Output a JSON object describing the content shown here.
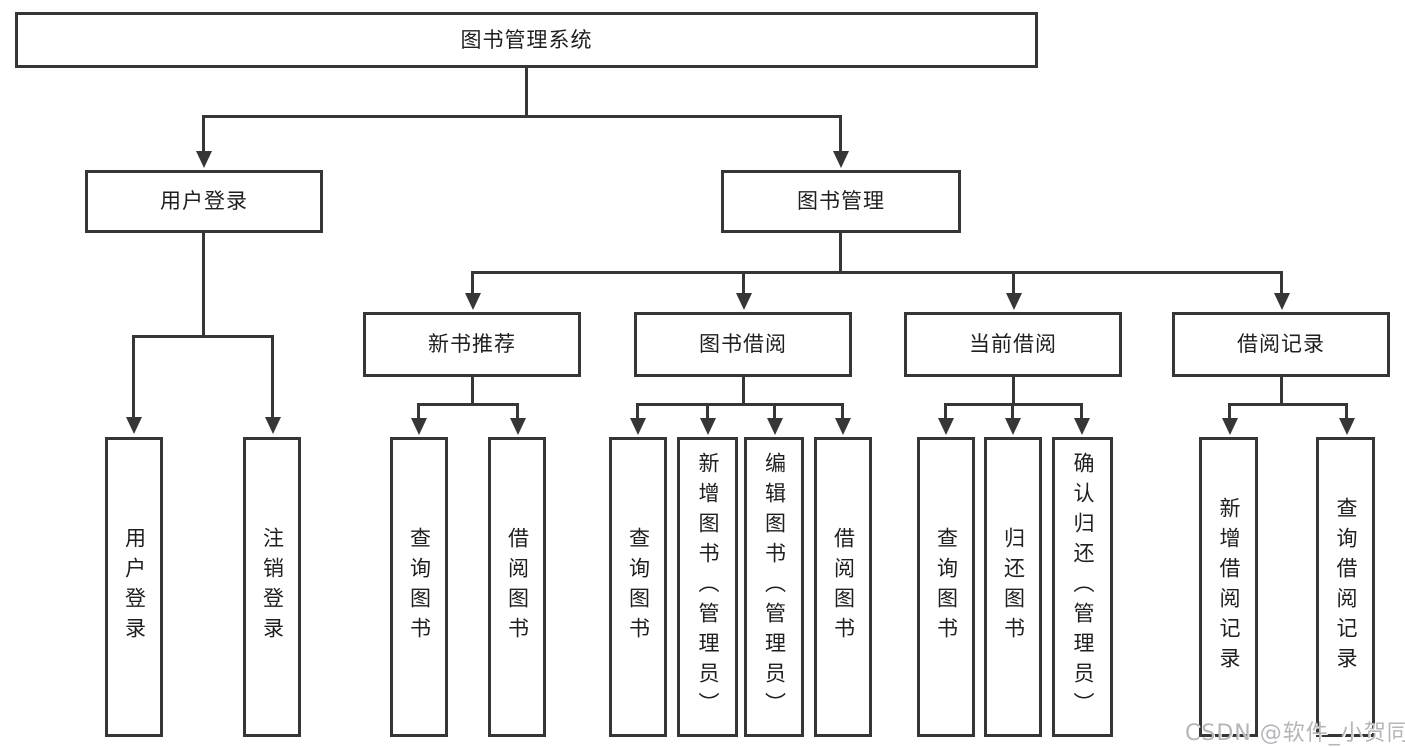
{
  "diagram": {
    "root": {
      "label": "图书管理系统"
    },
    "level2": {
      "user_login": {
        "label": "用户登录"
      },
      "book_mgmt": {
        "label": "图书管理"
      }
    },
    "level3": {
      "new_books": {
        "label": "新书推荐"
      },
      "book_borrow": {
        "label": "图书借阅"
      },
      "current_borrow": {
        "label": "当前借阅"
      },
      "borrow_records": {
        "label": "借阅记录"
      }
    },
    "leaves": {
      "l1": {
        "label": "用户登录"
      },
      "l2": {
        "label": "注销登录"
      },
      "l3": {
        "label": "查询图书"
      },
      "l4": {
        "label": "借阅图书"
      },
      "l5": {
        "label": "查询图书"
      },
      "l6": {
        "label": "新增图书（管理员）"
      },
      "l7": {
        "label": "编辑图书（管理员）"
      },
      "l8": {
        "label": "借阅图书"
      },
      "l9": {
        "label": "查询图书"
      },
      "l10": {
        "label": "归还图书"
      },
      "l11": {
        "label": "确认归还（管理员）"
      },
      "l12": {
        "label": "新增借阅记录"
      },
      "l13": {
        "label": "查询借阅记录"
      }
    }
  },
  "watermark": {
    "text": "CSDN @软件_小贺同学"
  },
  "colors": {
    "line": "#363636",
    "box_border": "#363636",
    "box_fill": "#ffffff",
    "text": "#1f1f1f",
    "watermark": "#b4b6ba",
    "background": "#ffffff"
  }
}
